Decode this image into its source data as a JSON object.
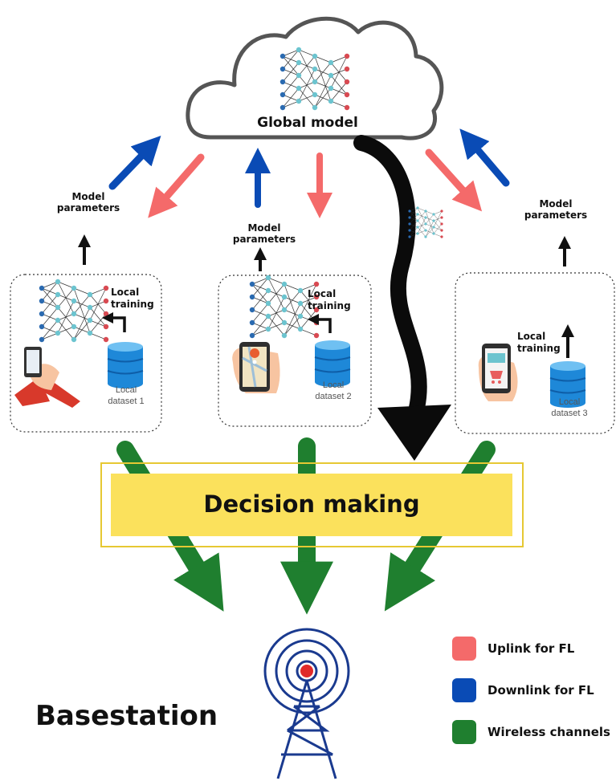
{
  "cloud": {
    "title": "Global model"
  },
  "clients": [
    {
      "params_label": "Model\nparameters",
      "training_label": "Local\ntraining",
      "dataset_label": "Local\ndataset 1"
    },
    {
      "params_label": "Model\nparameters",
      "training_label": "Local\ntraining",
      "dataset_label": "Local\ndataset 2"
    },
    {
      "params_label": "Model\nparameters",
      "training_label": "Local\ntraining",
      "dataset_label": "Local\ndataset 3"
    }
  ],
  "decision": {
    "label": "Decision making"
  },
  "basestation": {
    "label": "Basestation"
  },
  "legend": [
    {
      "label": "Uplink for FL",
      "color": "#f46a6a"
    },
    {
      "label": "Downlink for FL",
      "color": "#0a4bb5"
    },
    {
      "label": "Wireless channels",
      "color": "#1f7f2f"
    }
  ],
  "colors": {
    "uplink": "#f46a6a",
    "downlink": "#0a4bb5",
    "wireless": "#1f7f2f",
    "decision_fill": "#fbe15c",
    "decision_border": "#e6c833"
  }
}
